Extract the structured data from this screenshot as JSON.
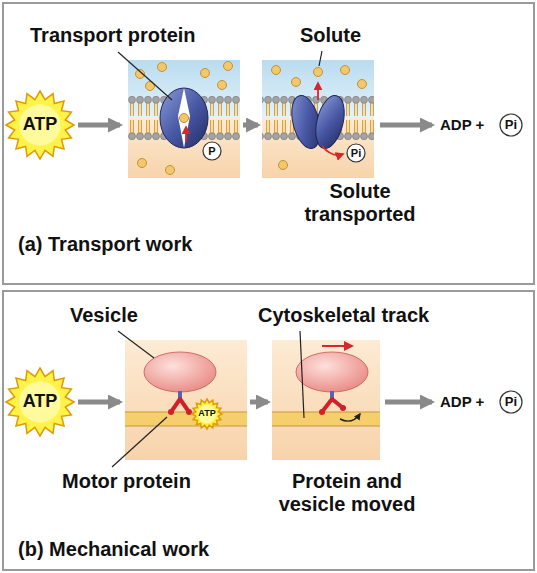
{
  "diagram": {
    "nodes": [
      {
        "text": [
          "(a) Transport work"
        ]
      },
      {
        "text": [
          "ATP"
        ],
        "in": 0
      },
      {
        "text": [
          "P"
        ],
        "in": 0
      },
      {
        "text": [
          "Pi"
        ],
        "in": 0
      },
      {
        "text": [
          "Pi"
        ],
        "in": 0
      },
      {
        "text": [
          "(b) Mechanical work"
        ]
      },
      {
        "text": [
          "ATP"
        ],
        "in": 5
      },
      {
        "text": [
          "ATP"
        ],
        "in": 5
      },
      {
        "text": [
          "Pi"
        ],
        "in": 5
      }
    ],
    "labels": [
      "Transport protein",
      "Solute",
      "ADP +",
      "Solute transported",
      "Vesicle",
      "Cytoskeletal track",
      "ADP +",
      "Motor protein",
      "Protein and vesicle moved"
    ]
  }
}
